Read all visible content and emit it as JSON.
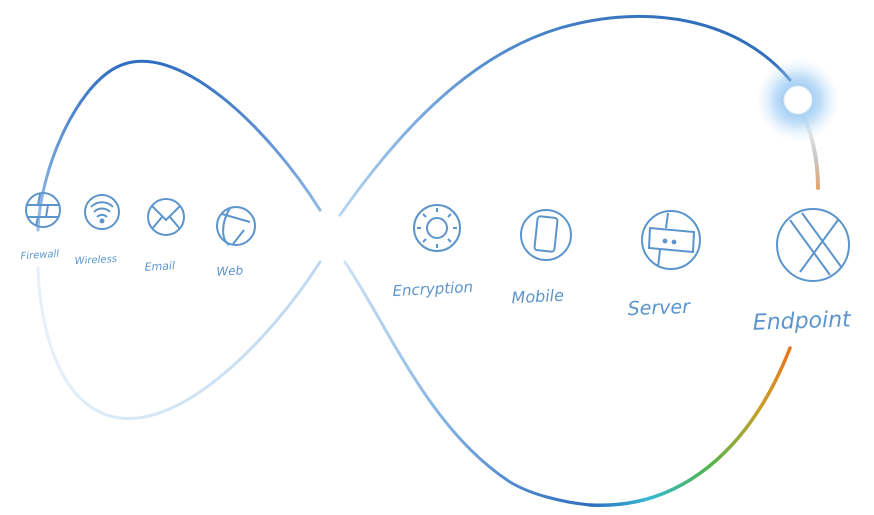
{
  "diagram": {
    "left_loop_items": [
      {
        "label": "Firewall",
        "icon": "firewall-icon"
      },
      {
        "label": "Wireless",
        "icon": "wireless-icon"
      },
      {
        "label": "Email",
        "icon": "email-icon"
      },
      {
        "label": "Web",
        "icon": "web-icon"
      }
    ],
    "right_loop_items": [
      {
        "label": "Encryption",
        "icon": "encryption-icon"
      },
      {
        "label": "Mobile",
        "icon": "mobile-icon"
      },
      {
        "label": "Server",
        "icon": "server-icon"
      },
      {
        "label": "Endpoint",
        "icon": "endpoint-icon"
      }
    ],
    "colors": {
      "line_blue": "#2e6dbf",
      "light_blue": "#b9d6f2",
      "icon_blue": "#5c95cc",
      "glow": "#7ab8ee",
      "gradient_orange": "#e8761e",
      "gradient_green": "#53b548",
      "gradient_cyan": "#36b8d0"
    }
  }
}
